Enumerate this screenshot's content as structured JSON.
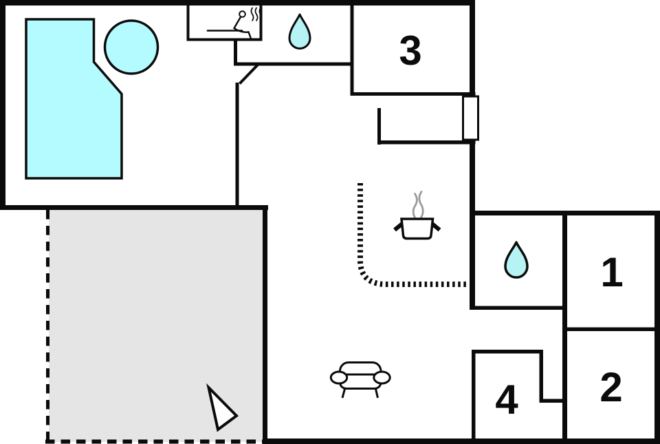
{
  "rooms": {
    "room1": {
      "label": "1"
    },
    "room2": {
      "label": "2"
    },
    "room3": {
      "label": "3"
    },
    "room4": {
      "label": "4"
    }
  },
  "colors": {
    "wall": "#0b0b0b",
    "pool_fill": "#b3fbfe",
    "water_drop_fill": "#b5f3f4",
    "terrace_fill": "#e5e5e5",
    "steam": "#9b9b9b",
    "background": "#ffffff"
  },
  "icons": {
    "sauna": "sauna-icon",
    "shower_room_top": "water-drop-icon",
    "bathroom_right": "water-drop-icon",
    "kitchen_stove": "cooking-pot-icon",
    "living_room": "sofa-icon",
    "orientation": "north-arrow-icon"
  }
}
